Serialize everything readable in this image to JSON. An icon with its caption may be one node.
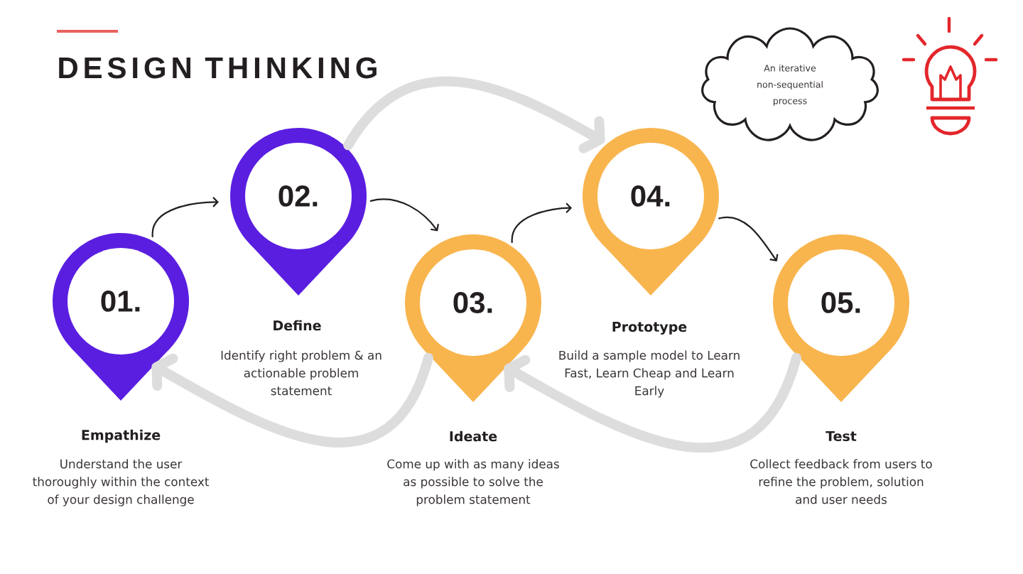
{
  "diagram": {
    "title": "DESIGN THINKING",
    "nodes": [
      {
        "text": [
          "01.",
          "Empathize",
          "Understand the user thoroughly within the context of your design challenge"
        ]
      },
      {
        "text": [
          "02.",
          "Define",
          "Identify right problem & an actionable problem statement"
        ]
      },
      {
        "text": [
          "03.",
          "Ideate",
          "Come up with as many ideas as possible to solve the problem statement"
        ]
      },
      {
        "text": [
          "04.",
          "Prototype",
          "Build a sample model to Learn Fast, Learn Cheap and Learn Early"
        ]
      },
      {
        "text": [
          "05.",
          "Test",
          "Collect feedback from users to refine the problem, solution and user needs"
        ]
      },
      {
        "text": [
          "An iterative non-sequential process"
        ]
      }
    ],
    "edges": [
      {
        "from": 0,
        "to": 1,
        "arrow": "to"
      },
      {
        "from": 1,
        "to": 2,
        "arrow": "to"
      },
      {
        "from": 2,
        "to": 3,
        "arrow": "to"
      },
      {
        "from": 3,
        "to": 4,
        "arrow": "to"
      },
      {
        "from": 1,
        "to": 3,
        "arrow": "to",
        "style": "thick",
        "color": "#dddddd"
      },
      {
        "from": 2,
        "to": 0,
        "arrow": "to",
        "style": "thick",
        "color": "#dddddd"
      },
      {
        "from": 4,
        "to": 2,
        "arrow": "to",
        "style": "thick",
        "color": "#dddddd"
      }
    ]
  }
}
